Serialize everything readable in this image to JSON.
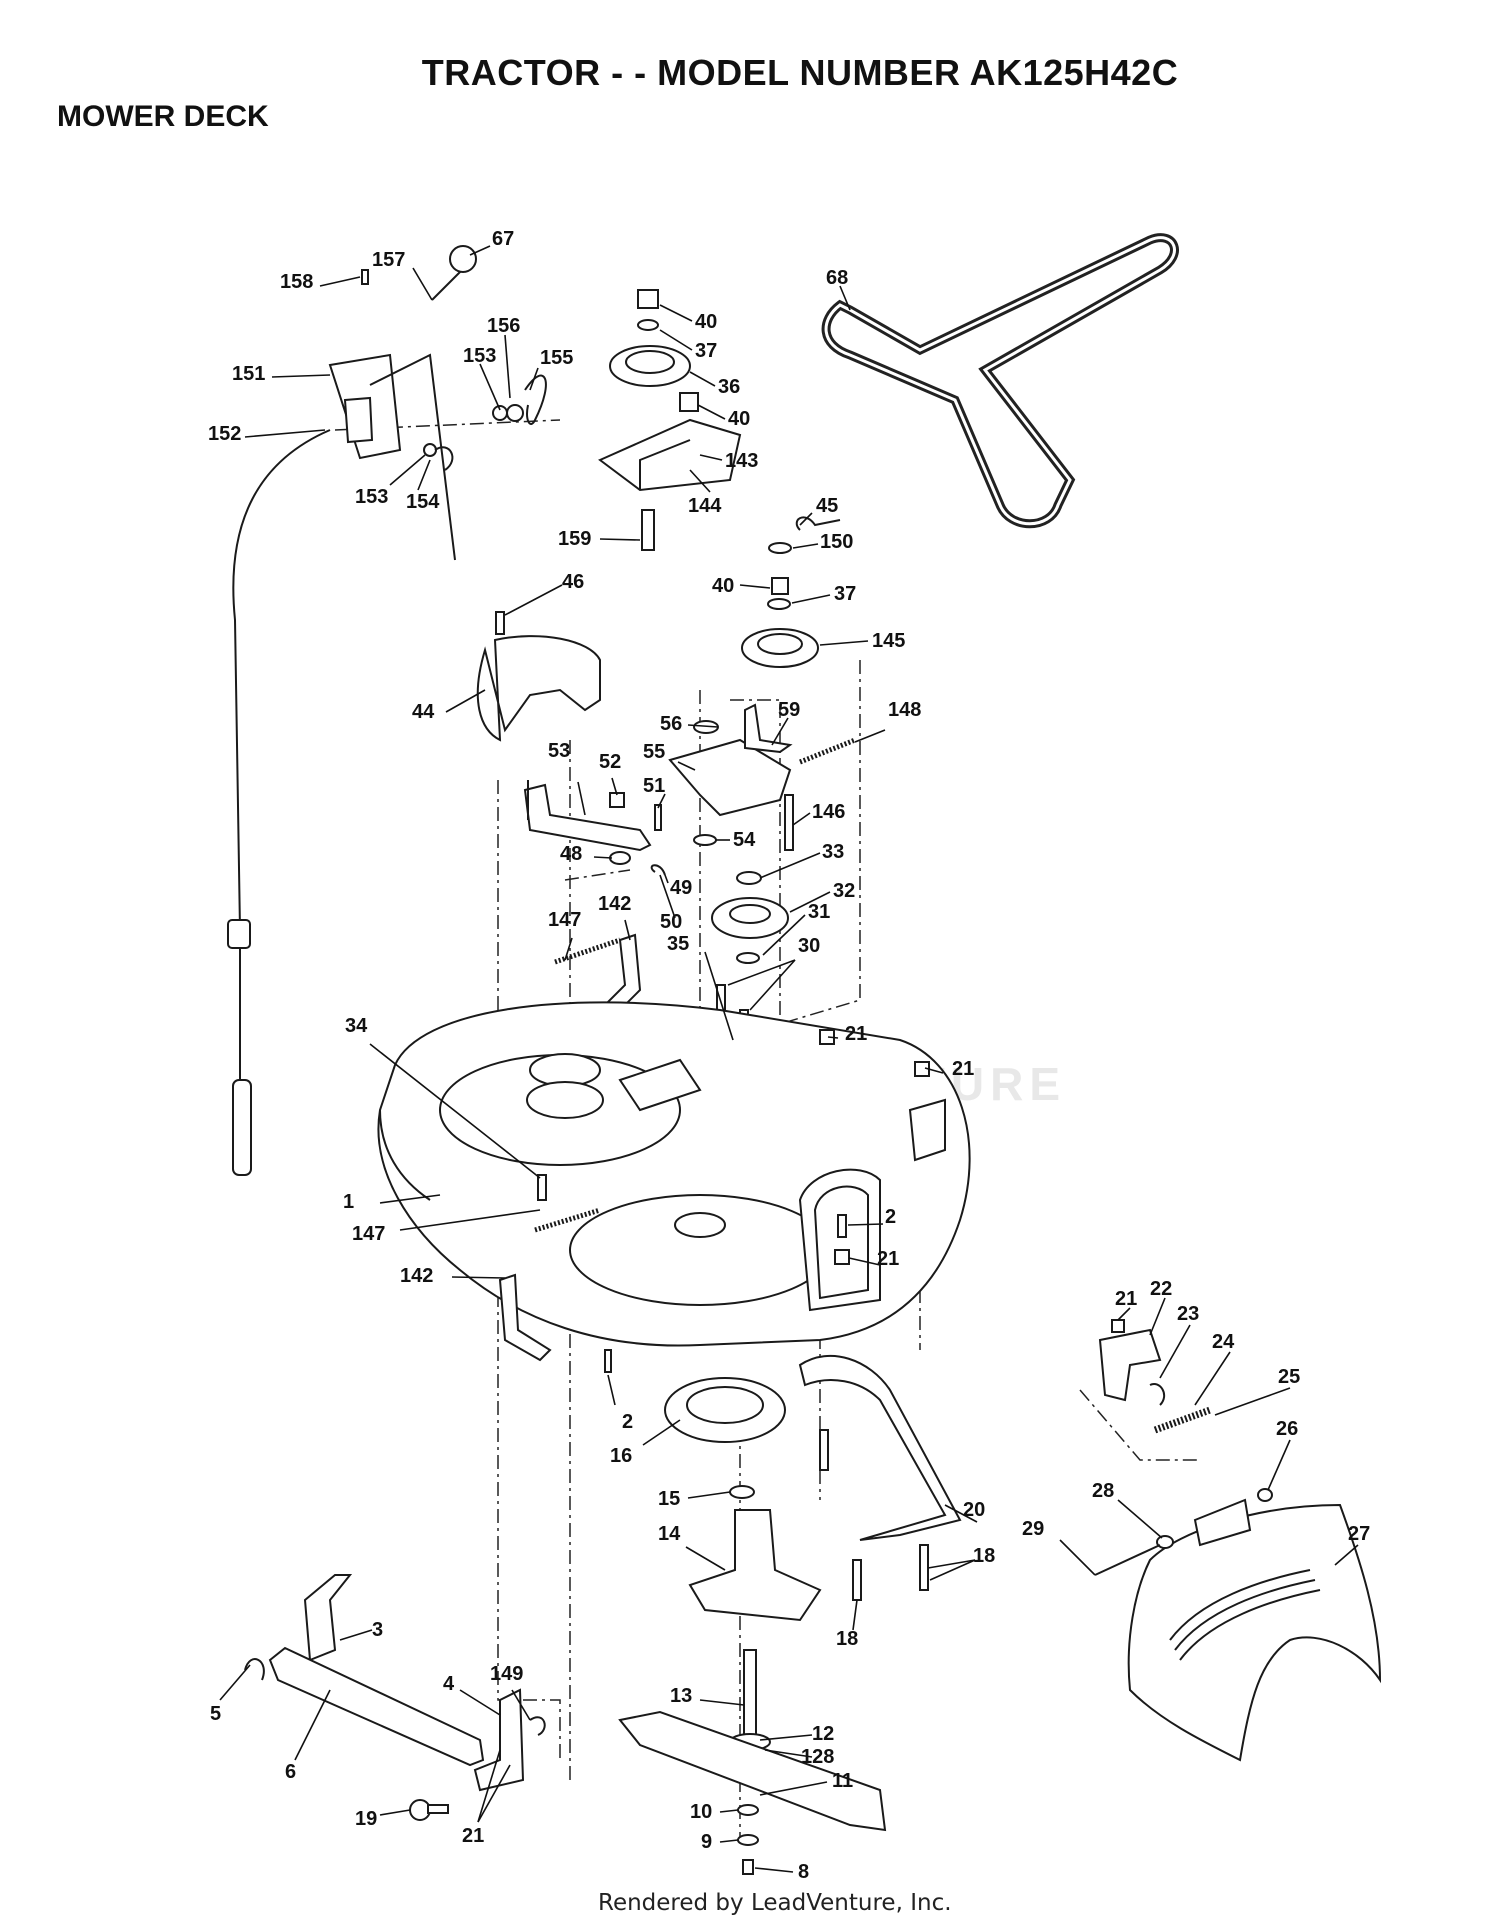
{
  "header": {
    "title": "TRACTOR - - MODEL NUMBER AK125H42C",
    "section": "MOWER DECK"
  },
  "watermark": "LEADVENTURE",
  "footer": "Rendered by LeadVenture, Inc.",
  "callouts": [
    "67",
    "157",
    "158",
    "156",
    "151",
    "153",
    "155",
    "152",
    "153",
    "154",
    "40",
    "37",
    "36",
    "40",
    "143",
    "144",
    "159",
    "68",
    "45",
    "150",
    "40",
    "37",
    "145",
    "46",
    "44",
    "56",
    "59",
    "148",
    "53",
    "52",
    "55",
    "51",
    "146",
    "48",
    "54",
    "33",
    "49",
    "50",
    "32",
    "147",
    "142",
    "31",
    "30",
    "35",
    "34",
    "21",
    "21",
    "1",
    "147",
    "2",
    "21",
    "142",
    "2",
    "16",
    "15",
    "14",
    "20",
    "18",
    "18",
    "13",
    "12",
    "128",
    "11",
    "10",
    "9",
    "8",
    "3",
    "5",
    "6",
    "4",
    "149",
    "19",
    "21",
    "21",
    "22",
    "23",
    "24",
    "25",
    "26",
    "28",
    "27",
    "29"
  ]
}
